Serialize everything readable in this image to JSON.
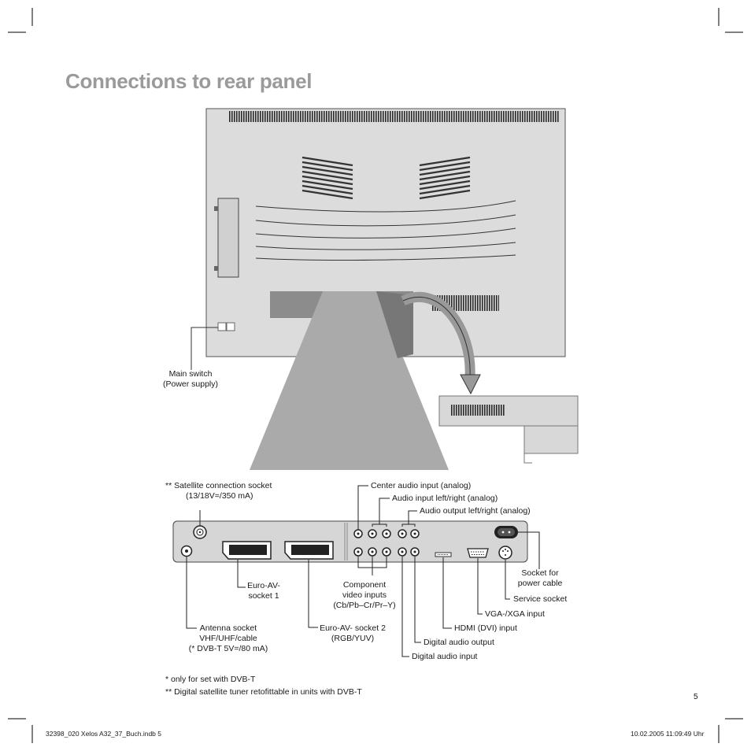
{
  "page": {
    "title": "Connections to rear panel",
    "page_number": "5",
    "footer_left": "32398_020 Xelos A32_37_Buch.indb   5",
    "footer_right": "10.02.2005   11:09:49 Uhr"
  },
  "labels": {
    "main_switch": [
      "Main switch",
      "(Power supply)"
    ],
    "satellite": [
      "** Satellite connection socket",
      "(13/18V=/350 mA)"
    ],
    "center_audio": "Center audio input (analog)",
    "audio_input": "Audio input left/right (analog)",
    "audio_output": "Audio output left/right (analog)",
    "euro_av1": [
      "Euro-AV-",
      "socket 1"
    ],
    "antenna": [
      "Antenna socket",
      "VHF/UHF/cable",
      "(* DVB-T 5V=/80 mA)"
    ],
    "component": [
      "Component",
      "video inputs",
      "(Cb/Pb–Cr/Pr–Y)"
    ],
    "euro_av2": [
      "Euro-AV- socket 2",
      "(RGB/YUV)"
    ],
    "socket_power": [
      "Socket for",
      "power cable"
    ],
    "service": "Service socket",
    "vga": "VGA-/XGA input",
    "hdmi": "HDMI (DVI) input",
    "digital_out": "Digital audio output",
    "digital_in": "Digital audio input"
  },
  "footnotes": {
    "note1": "*    only for set with DVB-T",
    "note2": "** Digital satellite tuner retofittable in units with DVB-T"
  }
}
